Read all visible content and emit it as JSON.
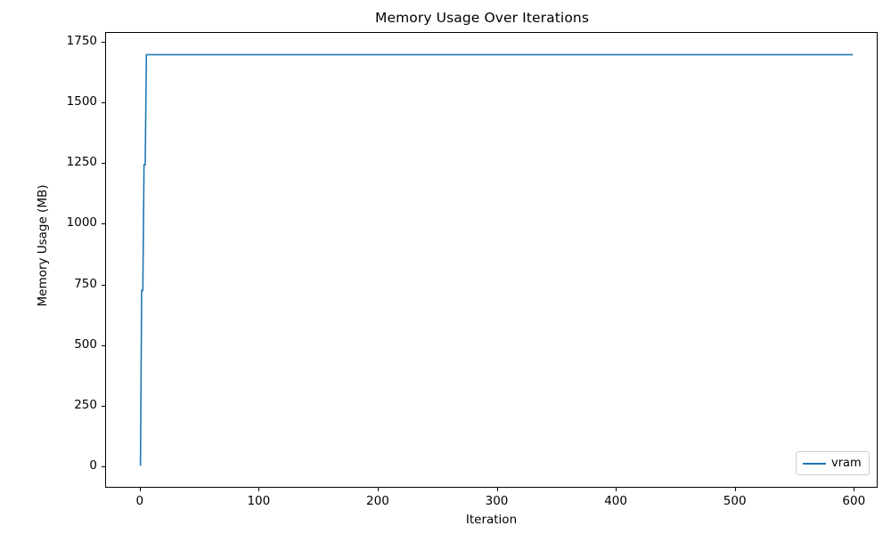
{
  "chart_data": {
    "type": "line",
    "title": "Memory Usage Over Iterations",
    "xlabel": "Iteration",
    "ylabel": "Memory Usage (MB)",
    "xlim": [
      -29,
      620
    ],
    "ylim": [
      -87,
      1790
    ],
    "xticks": [
      0,
      100,
      200,
      300,
      400,
      500,
      600
    ],
    "xticklabels": [
      "0",
      "100",
      "200",
      "300",
      "400",
      "500",
      "600"
    ],
    "yticks": [
      0,
      250,
      500,
      750,
      1000,
      1250,
      1500,
      1750
    ],
    "yticklabels": [
      "0",
      "250",
      "500",
      "750",
      "1000",
      "1250",
      "1500",
      "1750"
    ],
    "grid": false,
    "legend_position": "lower right",
    "series": [
      {
        "name": "vram",
        "color": "#1f77b4",
        "linewidth": 1.5,
        "x": [
          0,
          1,
          2,
          3,
          4,
          5,
          6,
          7,
          10,
          20,
          40,
          60,
          80,
          100,
          150,
          200,
          250,
          300,
          350,
          400,
          450,
          500,
          550,
          600
        ],
        "values": [
          0,
          725,
          725,
          1245,
          1245,
          1700,
          1700,
          1700,
          1700,
          1700,
          1700,
          1700,
          1700,
          1700,
          1700,
          1700,
          1700,
          1700,
          1700,
          1700,
          1700,
          1700,
          1700,
          1700
        ]
      }
    ]
  },
  "legend": {
    "entries": [
      {
        "label": "vram",
        "color": "#1f77b4"
      }
    ]
  },
  "colors": {
    "line": "#1f77b4",
    "axis": "#000000",
    "background": "#ffffff",
    "legend_border": "#cccccc"
  }
}
